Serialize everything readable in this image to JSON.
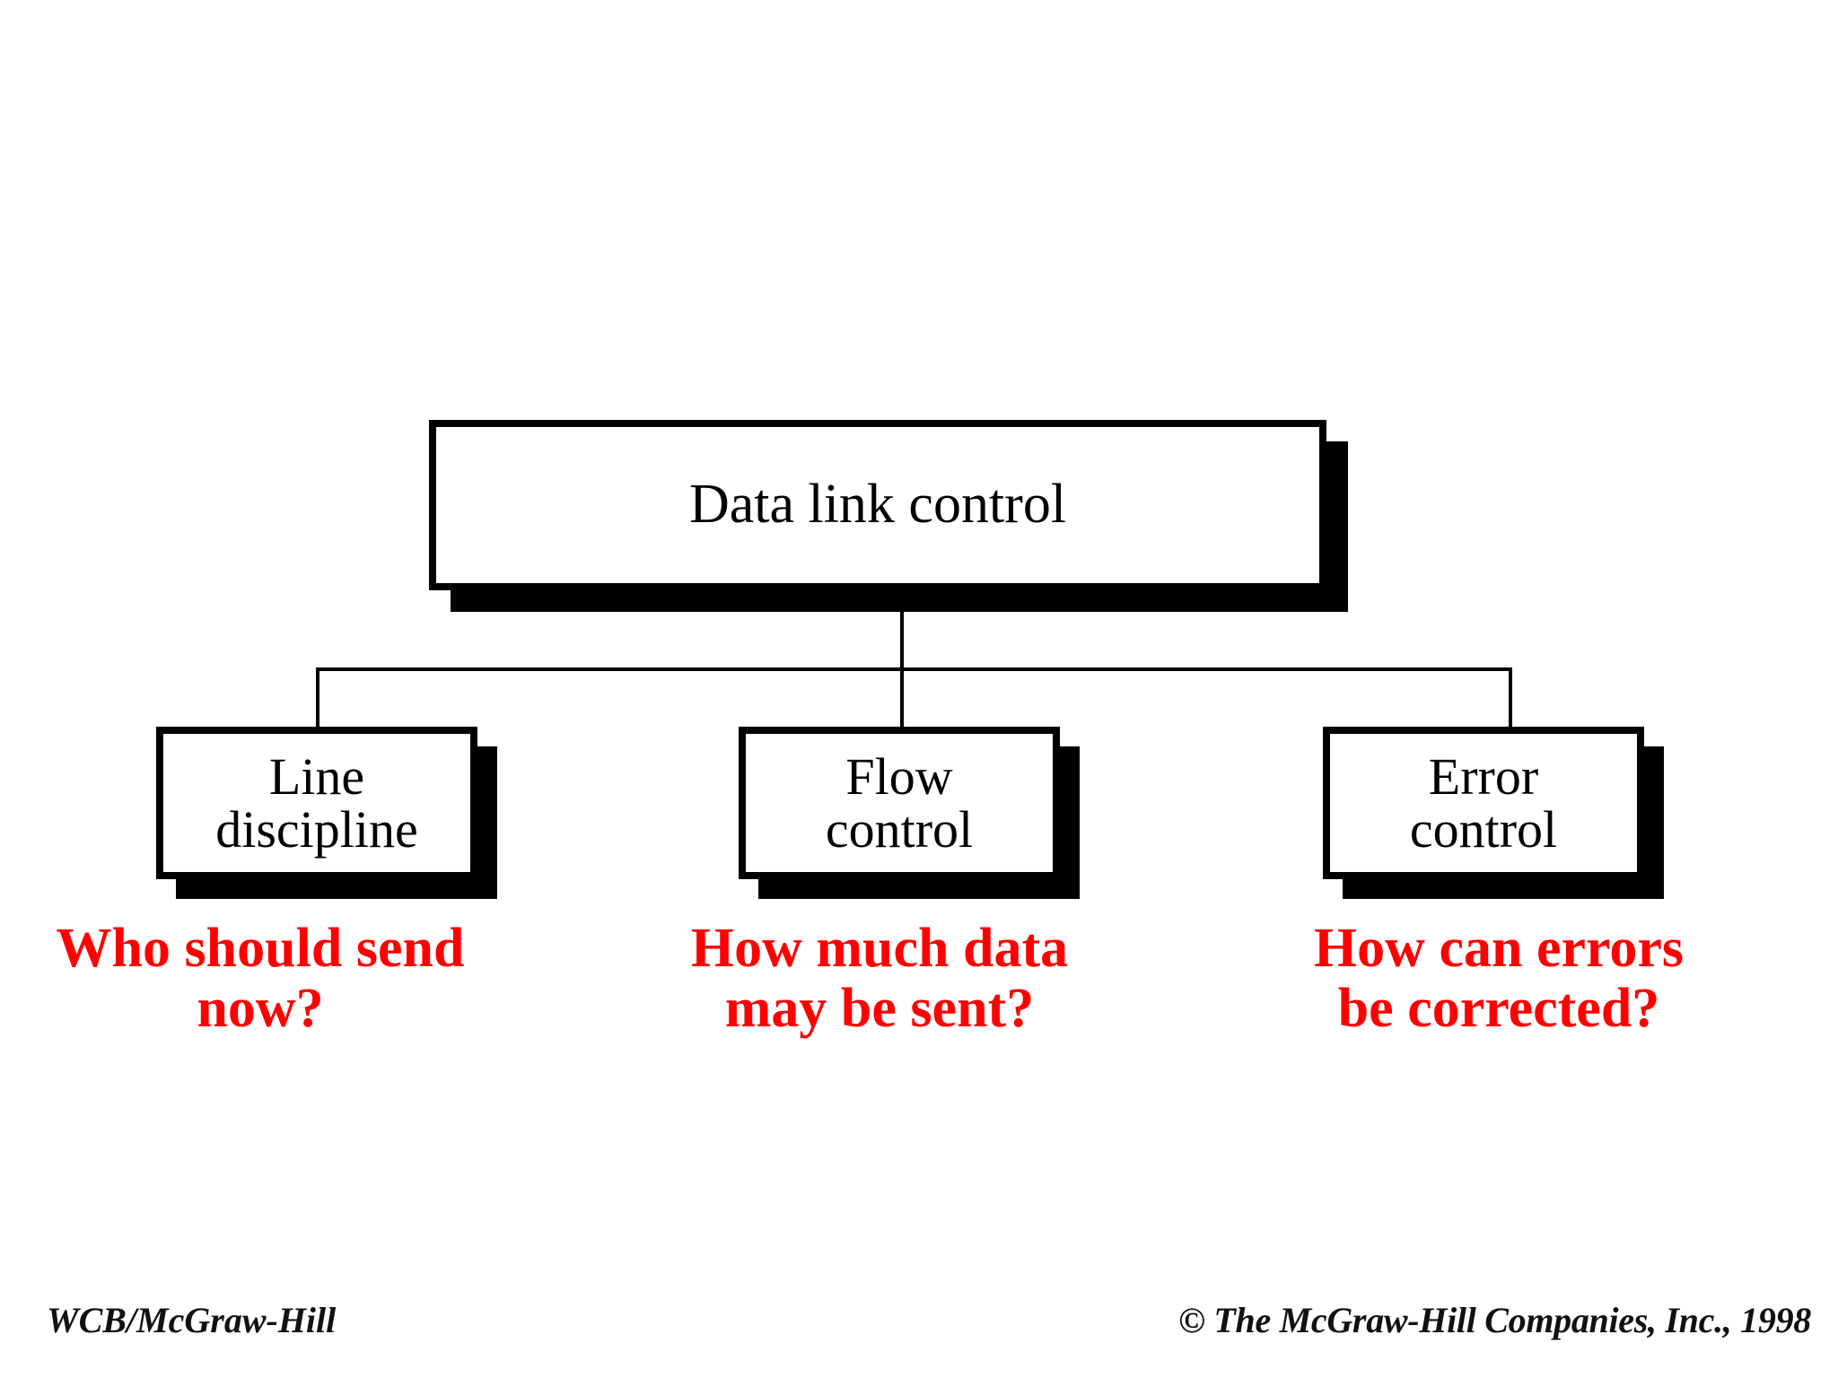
{
  "slide": {
    "background_color": "#ffffff",
    "accent_color": "#ff0000",
    "line_color": "#000000"
  },
  "diagram": {
    "root": {
      "label": "Data link control"
    },
    "children": [
      {
        "id": "line-discipline",
        "label": "Line\ndiscipline",
        "caption": "Who should send\nnow?"
      },
      {
        "id": "flow-control",
        "label": "Flow\ncontrol",
        "caption": "How much data\nmay be sent?"
      },
      {
        "id": "error-control",
        "label": "Error\ncontrol",
        "caption": "How can errors\nbe corrected?"
      }
    ]
  },
  "footer": {
    "left": "WCB/McGraw-Hill",
    "copyright_symbol": "©",
    "right": " The McGraw-Hill Companies, Inc., 1998"
  }
}
